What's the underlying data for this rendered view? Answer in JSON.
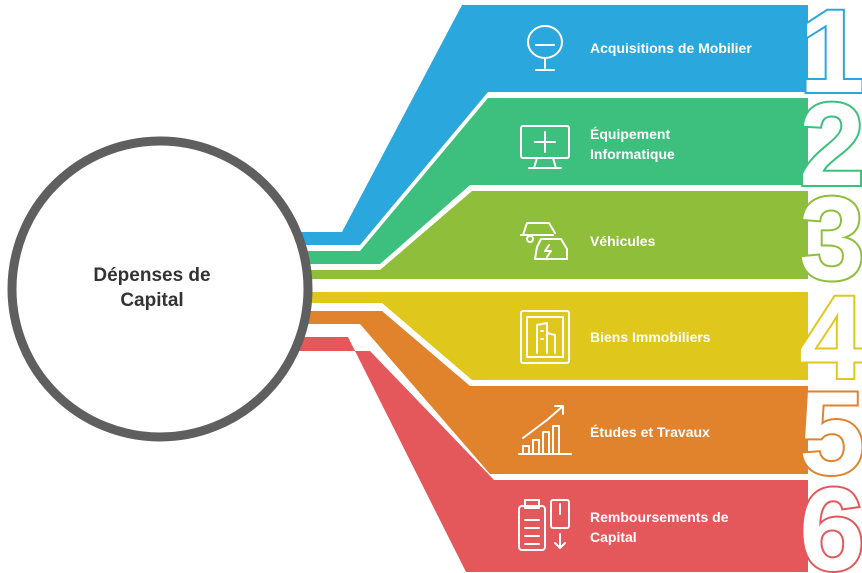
{
  "center": {
    "title_line1": "Dépenses de",
    "title_line2": "Capital"
  },
  "items": [
    {
      "number": "1",
      "label_lines": [
        "Acquisitions de Mobilier"
      ],
      "color": "#2AA7DC",
      "icon": "chair-icon"
    },
    {
      "number": "2",
      "label_lines": [
        "Équipement",
        "Informatique"
      ],
      "color": "#3DC07D",
      "icon": "monitor-icon"
    },
    {
      "number": "3",
      "label_lines": [
        "Véhicules"
      ],
      "color": "#8EBE3A",
      "icon": "vehicles-icon"
    },
    {
      "number": "4",
      "label_lines": [
        "Biens Immobiliers"
      ],
      "color": "#DFC81B",
      "icon": "building-document-icon"
    },
    {
      "number": "5",
      "label_lines": [
        "Études et Travaux"
      ],
      "color": "#E0832C",
      "icon": "growth-chart-icon"
    },
    {
      "number": "6",
      "label_lines": [
        "Remboursements de",
        "Capital"
      ],
      "color": "#E4575A",
      "icon": "payment-terminal-icon"
    }
  ],
  "colors": {
    "circle_stroke": "#5F5F5F",
    "center_text": "#333333"
  }
}
